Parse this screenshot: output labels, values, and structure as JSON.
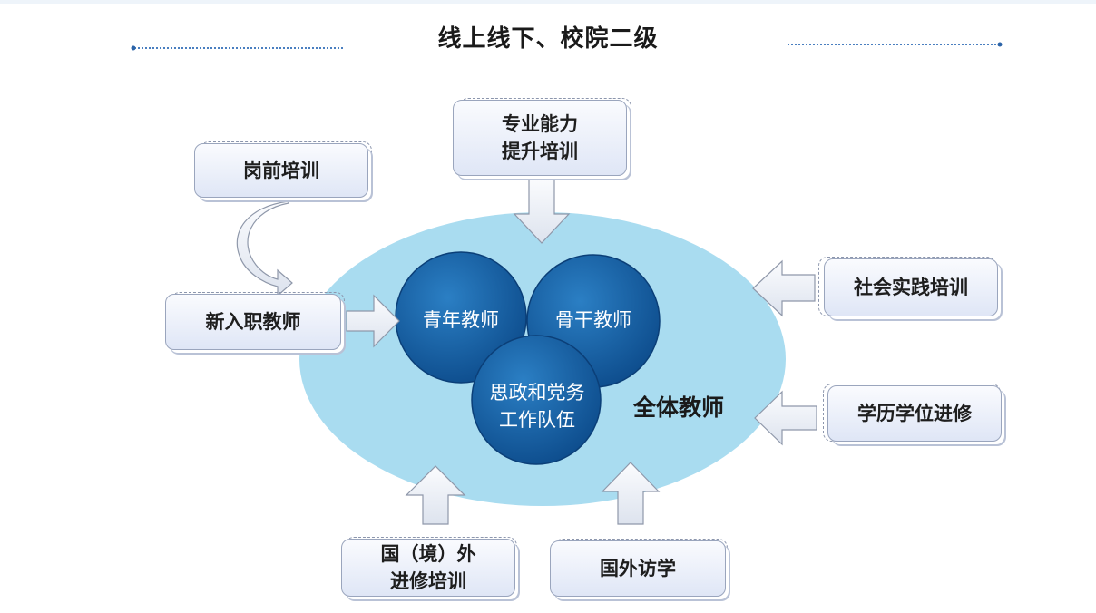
{
  "title": "线上线下、校院二级",
  "center": {
    "outer_label": "全体教师",
    "circles": [
      "青年教师",
      "骨干教师",
      "思政和党务\n工作队伍"
    ]
  },
  "boxes": {
    "pre_job": "岗前培训",
    "new_teacher": "新入职教师",
    "professional": "专业能力\n提升培训",
    "social": "社会实践培训",
    "degree": "学历学位进修",
    "abroad_training": "国（境）外\n进修培训",
    "visit": "国外访学"
  },
  "colors": {
    "ellipse": "#a9dcf0",
    "circle": "#1760a8",
    "box_border": "#9aa5bd",
    "arrow_fill": "#eef1f6"
  }
}
